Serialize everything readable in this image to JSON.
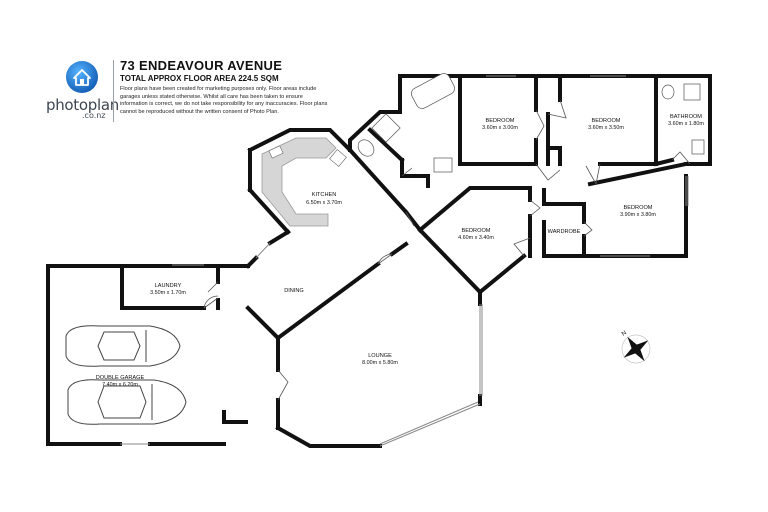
{
  "header": {
    "brand_name": "photoplan",
    "brand_suffix": ".co.nz",
    "address": "73 ENDEAVOUR AVENUE",
    "floor_area": "TOTAL APPROX FLOOR AREA 224.5 SQM",
    "disclaimer": "Floor plans have been created for marketing purposes only. Floor areas include garages unless stated otherwise. Whilst all care has been taken to ensure information is correct, we do not take responsibility for any inaccuracies. Floor plans cannot be reproduced without the written consent of Photo Plan."
  },
  "colors": {
    "logo": "#1e7fd8",
    "wall": "#111111",
    "brand_text": "#3d4650",
    "fixture": "#cccccc"
  },
  "rooms": {
    "kitchen": {
      "name": "KITCHEN",
      "dims": "6.50m  x 3.70m"
    },
    "dining": {
      "name": "DINING",
      "dims": ""
    },
    "laundry": {
      "name": "LAUNDRY",
      "dims": "3.50m  x 1.70m"
    },
    "garage": {
      "name": "DOUBLE GARAGE",
      "dims": "7.40m  x 6.20m"
    },
    "lounge": {
      "name": "LOUNGE",
      "dims": "8.00m  x 5.80m"
    },
    "bedroom1": {
      "name": "BEDROOM",
      "dims": "3.60m  x 3.00m"
    },
    "bedroom2": {
      "name": "BEDROOM",
      "dims": "3.60m  x 3.50m"
    },
    "bathroom": {
      "name": "BATHROOM",
      "dims": "3.60m  x 1.80m"
    },
    "bedroom3": {
      "name": "BEDROOM",
      "dims": "4.60m  x 3.40m"
    },
    "wardrobe": {
      "name": "WARDROBE",
      "dims": ""
    },
    "bedroom4": {
      "name": "BEDROOM",
      "dims": "3.90m  x 3.80m"
    }
  },
  "compass": {
    "label": "N",
    "icon": "compass-icon"
  }
}
